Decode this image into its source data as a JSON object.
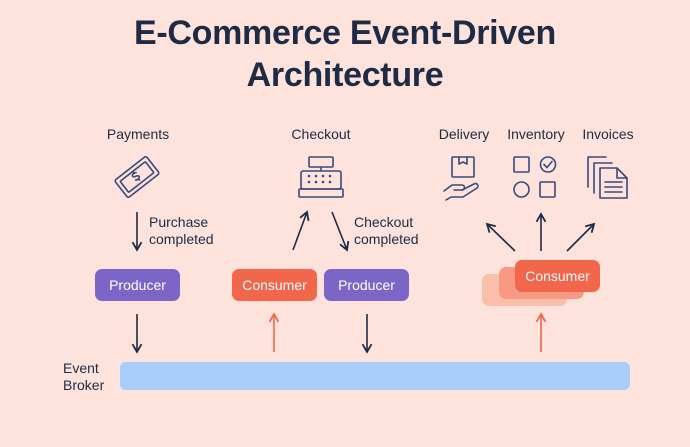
{
  "title": {
    "line1": "E-Commerce Event-Driven",
    "line2": "Architecture"
  },
  "services": {
    "payments": "Payments",
    "checkout": "Checkout",
    "delivery": "Delivery",
    "inventory": "Inventory",
    "invoices": "Invoices"
  },
  "events": {
    "purchase_line1": "Purchase",
    "purchase_line2": "completed",
    "checkout_line1": "Checkout",
    "checkout_line2": "completed"
  },
  "boxes": {
    "producer_payments": "Producer",
    "consumer_checkout": "Consumer",
    "producer_checkout": "Producer",
    "consumer_group": "Consumer"
  },
  "broker": {
    "line1": "Event",
    "line2": "Broker"
  },
  "colors": {
    "background": "#fde3db",
    "producer": "#7b66c8",
    "consumer": "#f2664b",
    "broker": "#a9cdfa",
    "text": "#1f2a44"
  },
  "icons": {
    "payments": "money-bill-icon",
    "checkout": "cash-register-icon",
    "delivery": "package-hand-icon",
    "inventory": "shapes-checklist-icon",
    "invoices": "documents-icon"
  }
}
